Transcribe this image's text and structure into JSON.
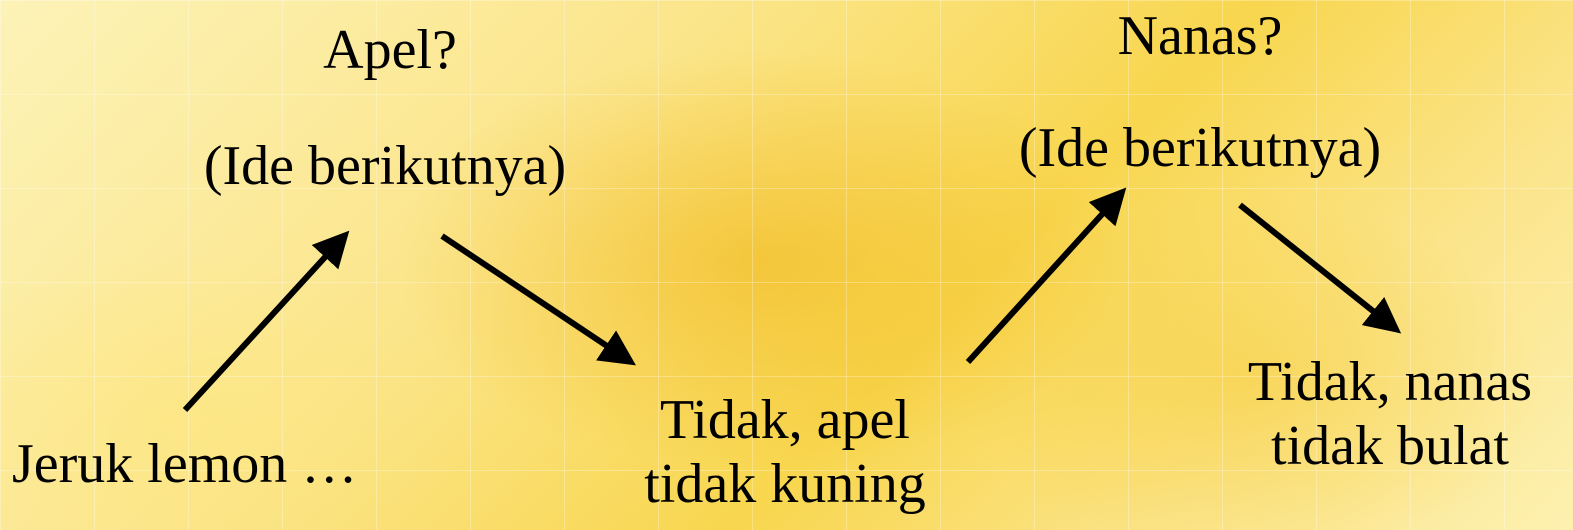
{
  "diagram": {
    "question_1": "Apel?",
    "next_idea_1": "(Ide berikutnya)",
    "question_2": "Nanas?",
    "next_idea_2": "(Ide berikutnya)",
    "start_statement": "Jeruk lemon …",
    "answer_1_line_1": "Tidak, apel",
    "answer_1_line_2": "tidak kuning",
    "answer_2_line_1": "Tidak, nanas",
    "answer_2_line_2": "tidak bulat"
  },
  "colors": {
    "text": "#000000",
    "arrow": "#000000",
    "background_accent": "#f8d64e"
  }
}
